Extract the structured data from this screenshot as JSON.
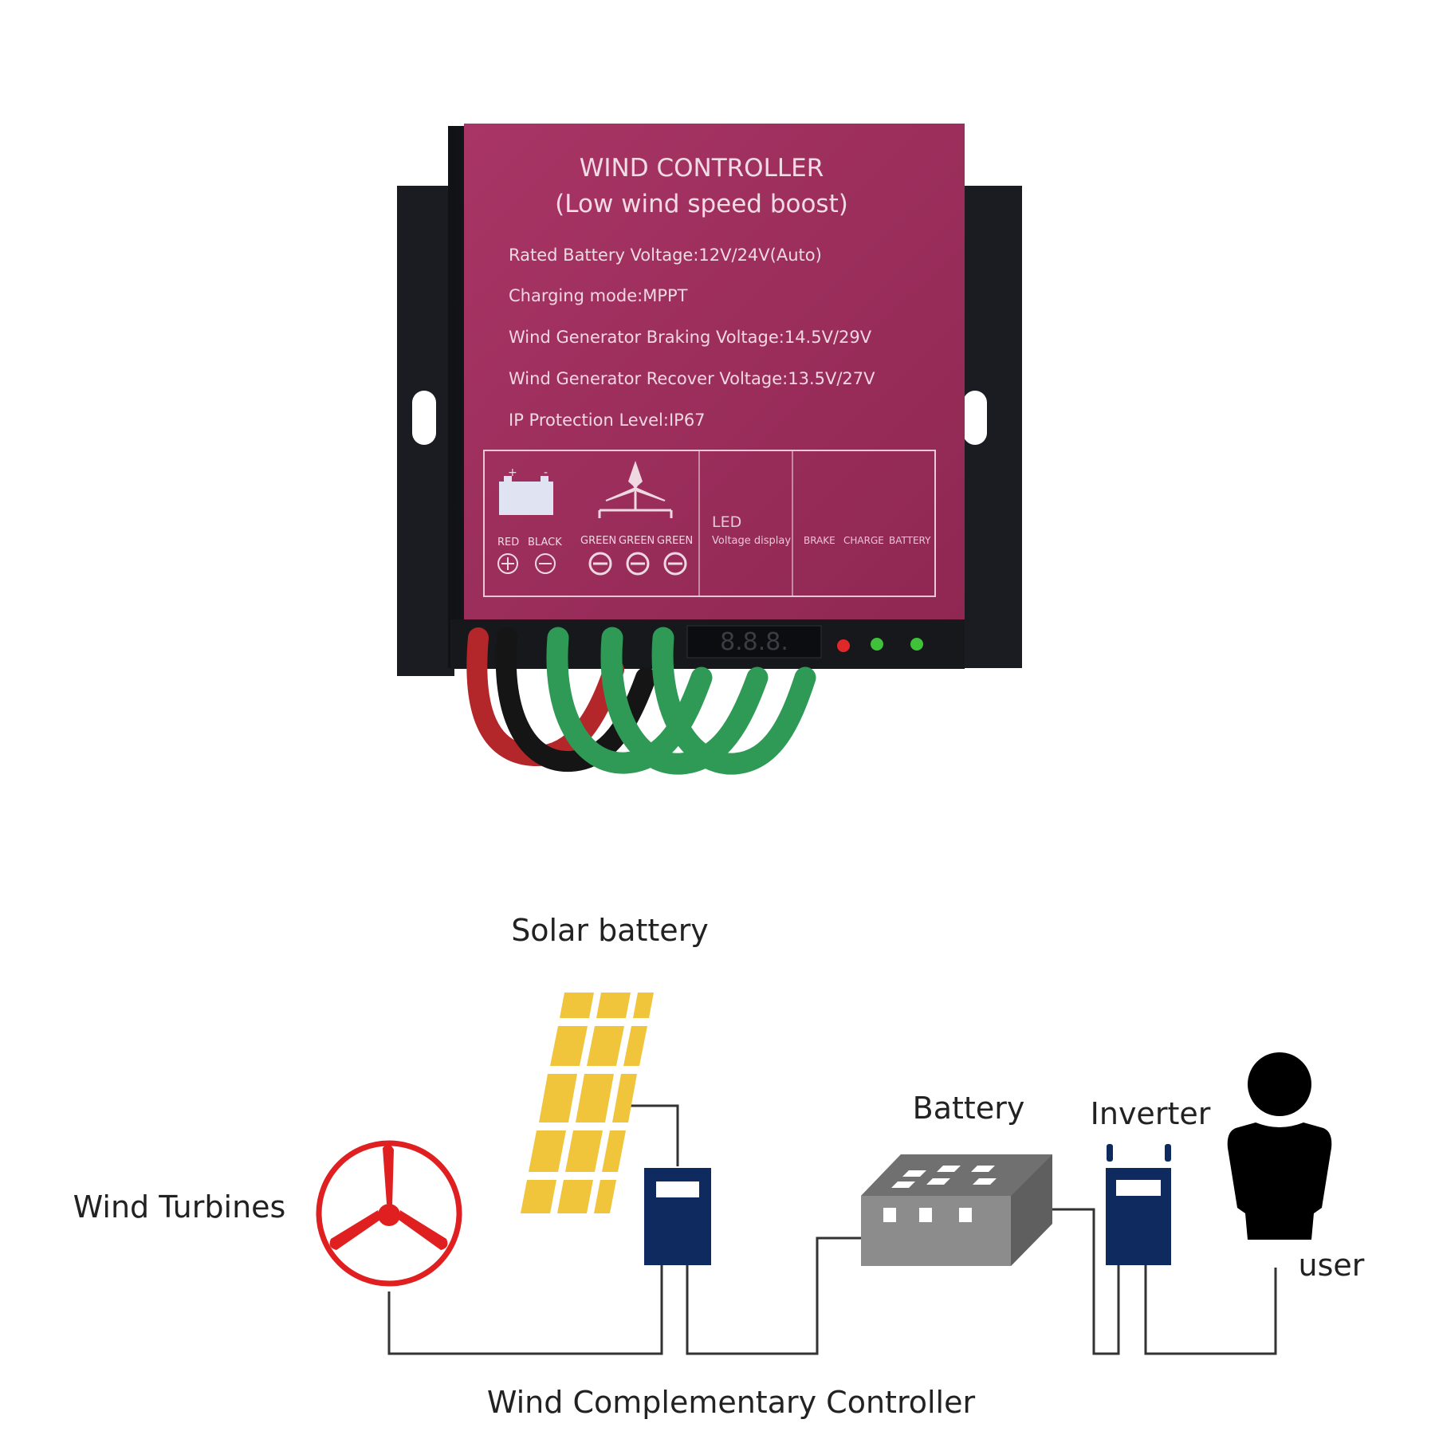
{
  "product": {
    "title": "WIND CONTROLLER",
    "subtitle": "(Low wind speed  boost)",
    "specs": [
      "Rated Battery Voltage:12V/24V(Auto)",
      "Charging mode:MPPT",
      "Wind Generator Braking Voltage:14.5V/29V",
      "Wind Generator Recover Voltage:13.5V/27V",
      "IP Protection Level:IP67"
    ],
    "battery_labels": {
      "red": "RED",
      "black": "BLACK"
    },
    "turbine_labels": [
      "GREEN",
      "GREEN",
      "GREEN"
    ],
    "led_title": "LED",
    "led_subtitle": "Voltage display",
    "indicators": [
      "BRAKE",
      "CHARGE",
      "BATTERY"
    ],
    "display_digits": "8.8.8.",
    "colors": {
      "panel": "#9e2f5c",
      "body": "#1b1d22",
      "wire_red": "#b3262a",
      "wire_black": "#151515",
      "wire_green": "#2f9a55",
      "led_red": "#e0282a",
      "led_green": "#3fc23a"
    }
  },
  "diagram": {
    "solar_label": "Solar battery",
    "battery_label": "Battery",
    "inverter_label": "Inverter",
    "wind_label": "Wind Turbines",
    "user_label": "user",
    "controller_label": "Wind Complementary Controller",
    "colors": {
      "solar": "#f0c53c",
      "controller": "#0f2a5e",
      "turbine": "#e02020",
      "battery": "#8c8c8c",
      "person": "#000000",
      "wire": "#333333"
    },
    "icons": [
      "solar-panel-icon",
      "wind-turbine-icon",
      "controller-box-icon",
      "battery-icon",
      "inverter-icon",
      "person-icon"
    ]
  }
}
